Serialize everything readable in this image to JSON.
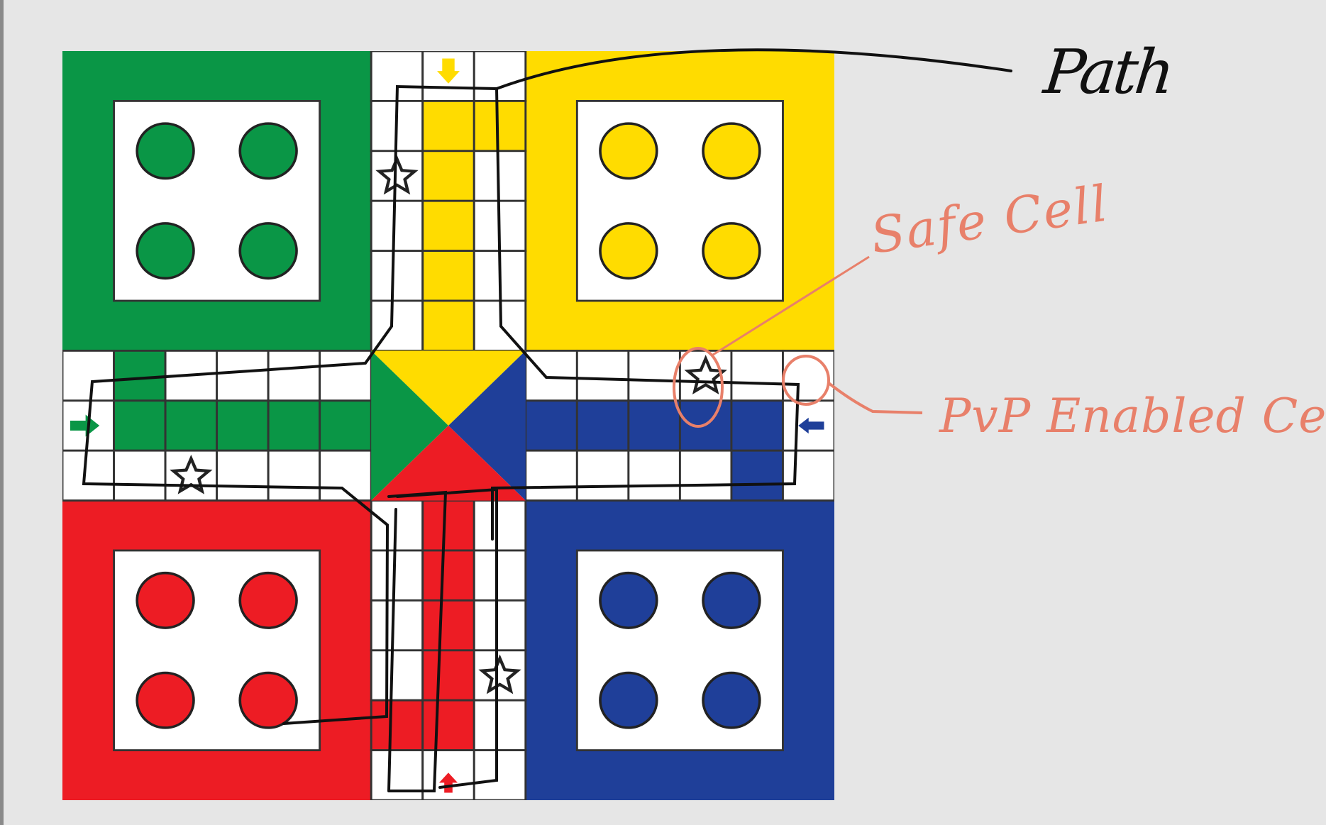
{
  "board": {
    "grid": 15,
    "colors": {
      "green": "#0a9646",
      "yellow": "#ffdc00",
      "red": "#ed1c24",
      "blue": "#1f3f99",
      "cell_border": "#333333",
      "cell_bg": "#ffffff"
    },
    "homes": [
      {
        "name": "home-green",
        "color": "green",
        "tokens": 4
      },
      {
        "name": "home-yellow",
        "color": "yellow",
        "tokens": 4
      },
      {
        "name": "home-red",
        "color": "red",
        "tokens": 4
      },
      {
        "name": "home-blue",
        "color": "blue",
        "tokens": 4
      }
    ],
    "safe_cells": [
      "star-icon",
      "star-icon",
      "star-icon",
      "star-icon"
    ],
    "entry_arrows": [
      "arrow-down-icon",
      "arrow-right-icon",
      "arrow-left-icon",
      "arrow-up-icon"
    ]
  },
  "annotations": {
    "path_label": "Path",
    "safe_label": "Safe Cell",
    "pvp_label": "PvP Enabled Cell",
    "path_color": "#111111",
    "note_color": "#e8806a"
  }
}
